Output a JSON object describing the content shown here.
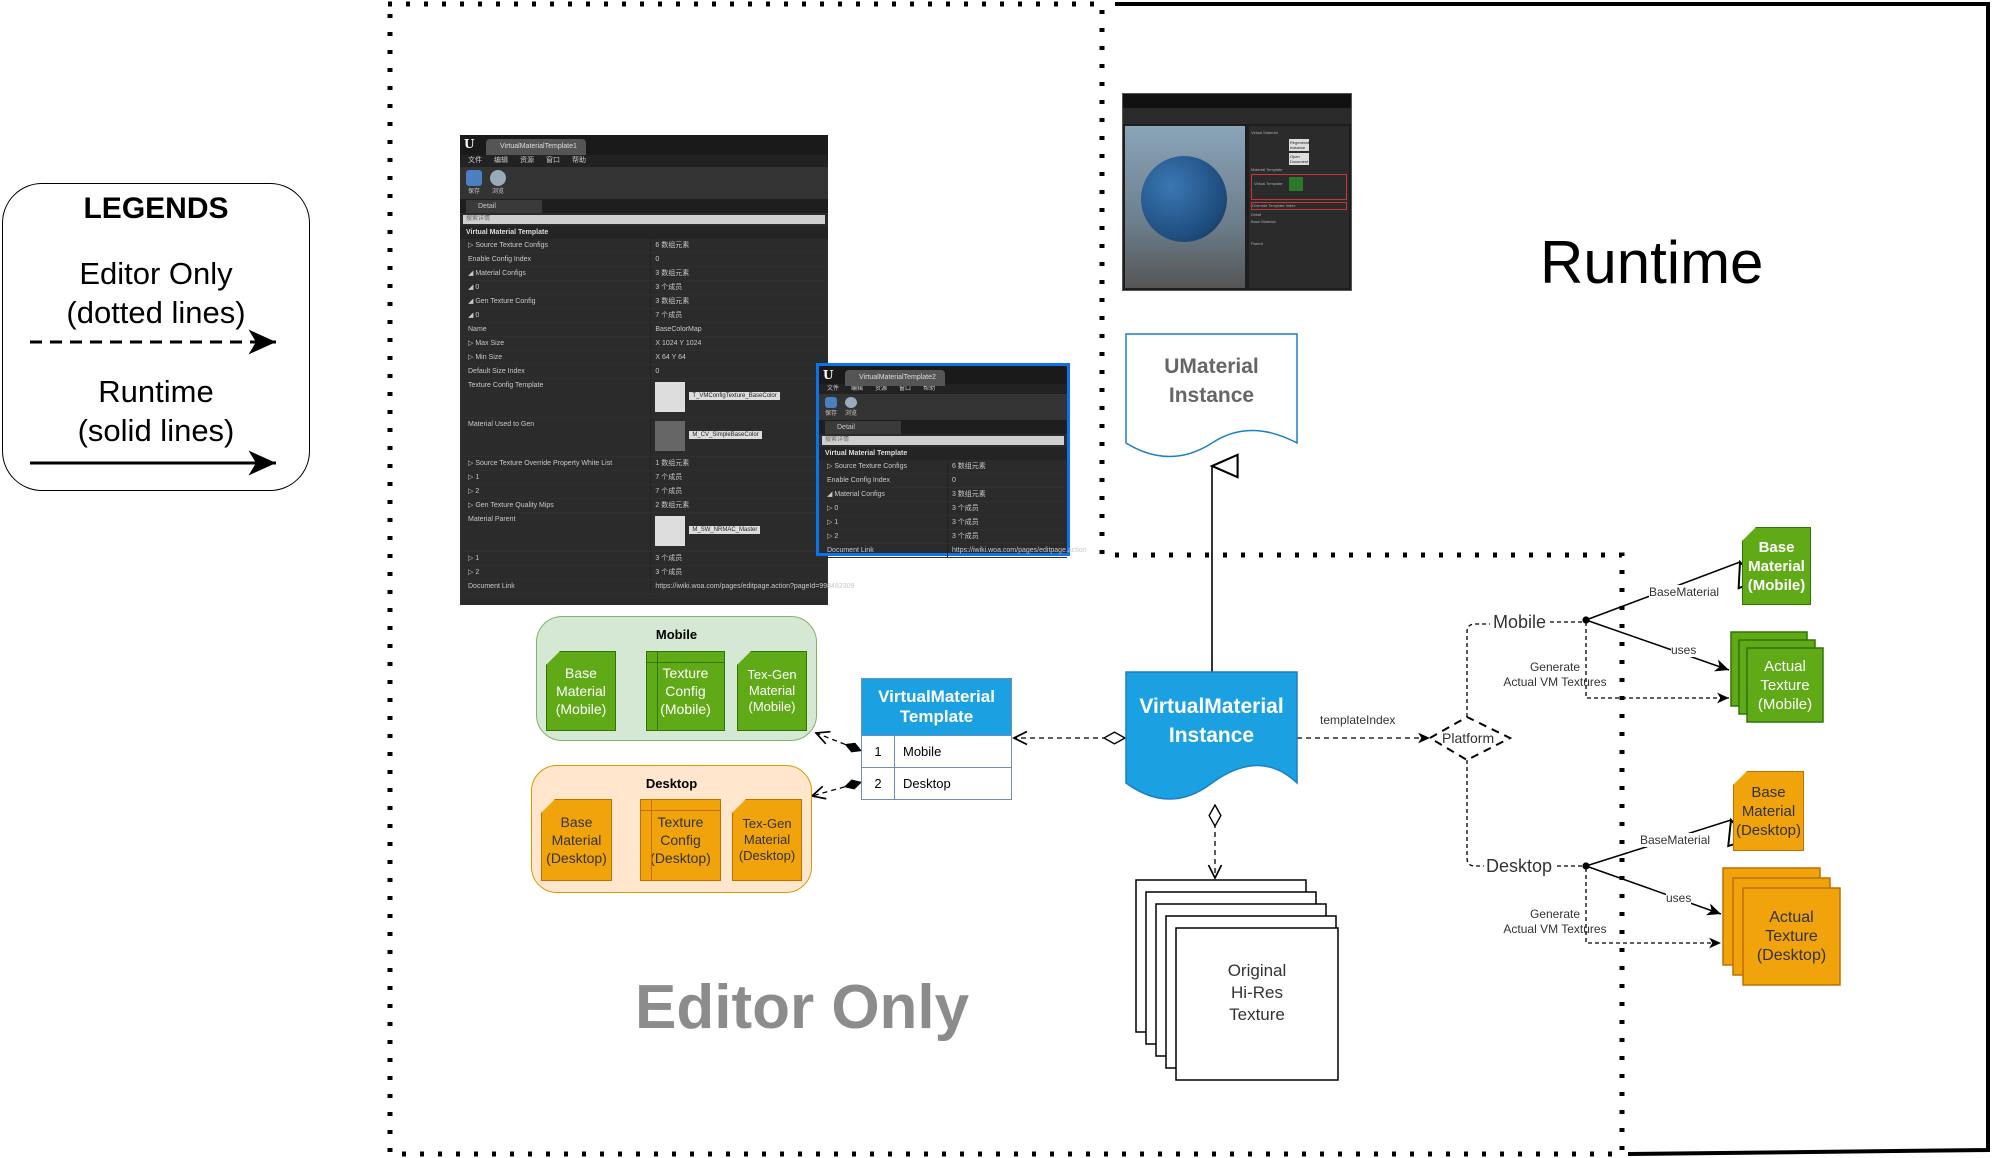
{
  "legend": {
    "title": "LEGENDS",
    "editor_only_line1": "Editor Only",
    "editor_only_line2": "(dotted lines)",
    "runtime_line1": "Runtime",
    "runtime_line2": "(solid lines)"
  },
  "regions": {
    "runtime": "Runtime",
    "editor_only": "Editor Only"
  },
  "ue_editor_main": {
    "tab_title": "VirtualMaterialTemplate1",
    "menu": [
      "文件",
      "编辑",
      "资源",
      "窗口",
      "帮助"
    ],
    "toolbar": [
      "保存",
      "浏览"
    ],
    "detail_tab": "Detail",
    "search_placeholder": "搜索详情",
    "section": "Virtual Material Template",
    "rows": [
      {
        "key": "▷ Source Texture Configs",
        "value": "6 数组元素"
      },
      {
        "key": "Enable Config Index",
        "value": "0"
      },
      {
        "key": "◢ Material Configs",
        "value": "3 数组元素"
      },
      {
        "key": "◢ 0",
        "value": "3 个成员"
      },
      {
        "key": "◢ Gen Texture Config",
        "value": "3 数组元素"
      },
      {
        "key": "◢ 0",
        "value": "7 个成员"
      },
      {
        "key": "Name",
        "value": "BaseColorMap"
      },
      {
        "key": "▷ Max Size",
        "value": "X 1024   Y 1024"
      },
      {
        "key": "▷ Min Size",
        "value": "X 64   Y 64"
      },
      {
        "key": "Default Size Index",
        "value": "0"
      },
      {
        "key": "Texture Config Template",
        "value": "T_VMConfigTexture_BaseColor",
        "tall": true
      },
      {
        "key": "Material Used to Gen",
        "value": "M_CV_SimpleBaseColor",
        "tall": true
      },
      {
        "key": "▷ Source Texture Override Property White List",
        "value": "1 数组元素"
      },
      {
        "key": "▷ 1",
        "value": "7 个成员"
      },
      {
        "key": "▷ 2",
        "value": "7 个成员"
      },
      {
        "key": "▷ Gen Texture Quality Mips",
        "value": "2 数组元素"
      },
      {
        "key": "Material Parent",
        "value": "M_SW_NRMAC_Master",
        "tall": true
      },
      {
        "key": "▷ 1",
        "value": "3 个成员"
      },
      {
        "key": "▷ 2",
        "value": "3 个成员"
      },
      {
        "key": "Document Link",
        "value": "https://iwiki.woa.com/pages/editpage.action?pageId=998482309"
      }
    ]
  },
  "ue_editor_small": {
    "tab_title": "VirtualMaterialTemplate2",
    "menu": [
      "文件",
      "编辑",
      "资源",
      "窗口",
      "帮助"
    ],
    "toolbar": [
      "保存",
      "浏览"
    ],
    "detail_tab": "Detail",
    "search_placeholder": "搜索详情",
    "section": "Virtual Material Template",
    "rows": [
      {
        "key": "▷ Source Texture Configs",
        "value": "6 数组元素"
      },
      {
        "key": "Enable Config Index",
        "value": "0"
      },
      {
        "key": "◢ Material Configs",
        "value": "3 数组元素"
      },
      {
        "key": "▷ 0",
        "value": "3 个成员"
      },
      {
        "key": "▷ 1",
        "value": "3 个成员"
      },
      {
        "key": "▷ 2",
        "value": "3 个成员"
      },
      {
        "key": "Document Link",
        "value": "https://iwiki.woa.com/pages/editpage.action"
      }
    ]
  },
  "ue_viewport": {
    "sections": [
      "Virtual Material",
      "Material Template",
      "Detail"
    ],
    "buttons": [
      "Regenerate Instance",
      "Open Document"
    ],
    "field_labels": [
      "Virtual Template",
      "Override Template Index",
      "Base Material",
      "Parent"
    ]
  },
  "umaterial_instance": {
    "line1": "UMaterial",
    "line2": "Instance"
  },
  "vm_instance": {
    "line1": "VirtualMaterial",
    "line2": "Instance"
  },
  "vm_template": {
    "title_line1": "VirtualMaterial",
    "title_line2": "Template",
    "rows": [
      {
        "index": "1",
        "label": "Mobile"
      },
      {
        "index": "2",
        "label": "Desktop"
      }
    ]
  },
  "mobile_group": {
    "title": "Mobile",
    "items": [
      {
        "line1": "Base",
        "line2": "Material",
        "line3": "(Mobile)"
      },
      {
        "line1": "Texture",
        "line2": "Config",
        "line3": "(Mobile)"
      },
      {
        "line1": "Tex-Gen",
        "line2": "Material",
        "line3": "(Mobile)"
      }
    ]
  },
  "desktop_group": {
    "title": "Desktop",
    "items": [
      {
        "line1": "Base",
        "line2": "Material",
        "line3": "(Desktop)"
      },
      {
        "line1": "Texture",
        "line2": "Config",
        "line3": "(Desktop)"
      },
      {
        "line1": "Tex-Gen",
        "line2": "Material",
        "line3": "(Desktop)"
      }
    ]
  },
  "original_texture": {
    "line1": "Original",
    "line2": "Hi-Res",
    "line3": "Texture"
  },
  "platform": {
    "label": "Platform",
    "template_index_label": "templateIndex"
  },
  "runtime_branches": {
    "mobile": {
      "label": "Mobile",
      "base_material_edge": "BaseMaterial",
      "uses_edge": "uses",
      "generate_line1": "Generate",
      "generate_line2": "Actual VM Textures",
      "base_material": {
        "line1": "Base",
        "line2": "Material",
        "line3": "(Mobile)"
      },
      "actual_texture": {
        "line1": "Actual",
        "line2": "Texture",
        "line3": "(Mobile)"
      }
    },
    "desktop": {
      "label": "Desktop",
      "base_material_edge": "BaseMaterial",
      "uses_edge": "uses",
      "generate_line1": "Generate",
      "generate_line2": "Actual VM Textures",
      "base_material": {
        "line1": "Base",
        "line2": "Material",
        "line3": "(Desktop)"
      },
      "actual_texture": {
        "line1": "Actual",
        "line2": "Texture",
        "line3": "(Desktop)"
      }
    }
  },
  "colors": {
    "mobile_fill": "#60a917",
    "desktop_fill": "#f0a30a",
    "mobile_group_bg": "#d5e8d4",
    "desktop_group_bg": "#ffe6cc",
    "vm_blue": "#1ba1e2",
    "umaterial_border": "#1b7fc7",
    "editor_only_text": "#8c8c8c"
  }
}
